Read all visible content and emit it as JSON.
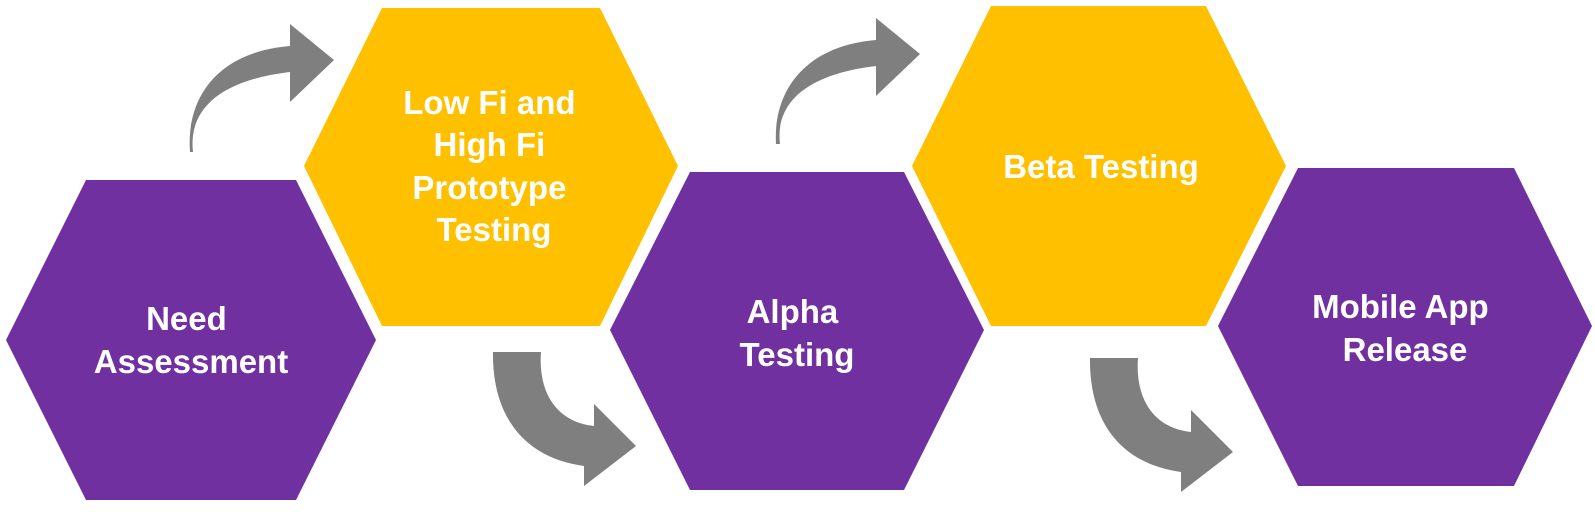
{
  "colors": {
    "purple": "#7030A0",
    "gold": "#FFC000",
    "arrow": "#7F7F7F",
    "label": "#FFFFFF"
  },
  "steps": [
    {
      "lines": [
        "Need",
        "Assessment"
      ],
      "color": "purple"
    },
    {
      "lines": [
        "Low Fi and",
        "High Fi",
        "Prototype",
        "Testing"
      ],
      "color": "gold"
    },
    {
      "lines": [
        "Alpha",
        "Testing"
      ],
      "color": "purple"
    },
    {
      "lines": [
        "Beta Testing"
      ],
      "color": "gold"
    },
    {
      "lines": [
        "Mobile App",
        "Release"
      ],
      "color": "purple"
    }
  ],
  "connectors": [
    {
      "from": 0,
      "to": 1,
      "icon": "curved-arrow-up-icon"
    },
    {
      "from": 1,
      "to": 2,
      "icon": "curved-arrow-down-icon"
    },
    {
      "from": 2,
      "to": 3,
      "icon": "curved-arrow-up-icon"
    },
    {
      "from": 3,
      "to": 4,
      "icon": "curved-arrow-down-icon"
    }
  ]
}
